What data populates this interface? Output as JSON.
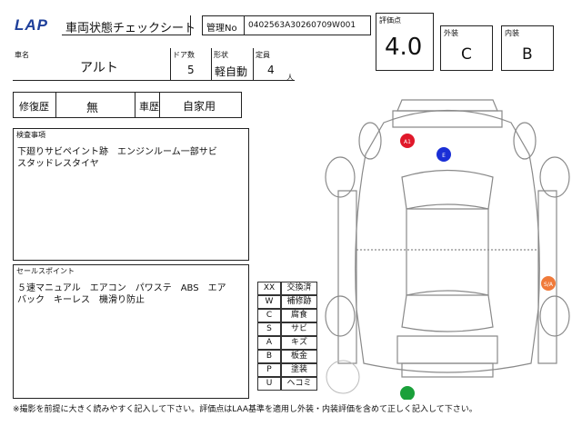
{
  "header": {
    "logo": "LAP",
    "title": "車両状態チェックシート",
    "mgmt_label": "管理No",
    "mgmt_no": "0402563A30260709W001"
  },
  "grades": {
    "score_label": "評価点",
    "score": "4.0",
    "exterior_label": "外装",
    "exterior": "C",
    "interior_label": "内装",
    "interior": "B"
  },
  "vehicle": {
    "name_label": "車名",
    "name": "アルト",
    "doors_label": "ドア数",
    "doors": "5",
    "type_label": "形状",
    "type": "軽自動",
    "capacity_label": "定員",
    "capacity": "4",
    "capacity_unit": "人"
  },
  "history": {
    "repair_label": "修復歴",
    "repair": "無",
    "usage_label": "車歴",
    "usage": "自家用"
  },
  "inspection": {
    "label": "検査事項",
    "line1": "下廻りサビペイント跡　エンジンルーム一部サビ",
    "line2": "スタッドレスタイヤ"
  },
  "sales": {
    "label": "セールスポイント",
    "line1": "５速マニュアル　エアコン　パワステ　ABS　エア",
    "line2": "バック　キーレス　機滑り防止"
  },
  "legend": [
    {
      "code": "XX",
      "desc": "交換済"
    },
    {
      "code": "W",
      "desc": "補修跡"
    },
    {
      "code": "C",
      "desc": "腐食"
    },
    {
      "code": "S",
      "desc": "サビ"
    },
    {
      "code": "A",
      "desc": "キズ"
    },
    {
      "code": "B",
      "desc": "板金"
    },
    {
      "code": "P",
      "desc": "塗装"
    },
    {
      "code": "U",
      "desc": "ヘコミ"
    }
  ],
  "markers": [
    {
      "label": "A1",
      "color": "#e0182a"
    },
    {
      "label": "E",
      "color": "#1a2fd6"
    },
    {
      "label": "S/A",
      "color": "#f07a3a"
    },
    {
      "label": "",
      "color": "#1aa03a"
    }
  ],
  "footer": "※撮影を前提に大きく読みやすく記入して下さい。評価点はLAA基準を適用し外装・内装評価を含めて正しく記入して下さい。"
}
